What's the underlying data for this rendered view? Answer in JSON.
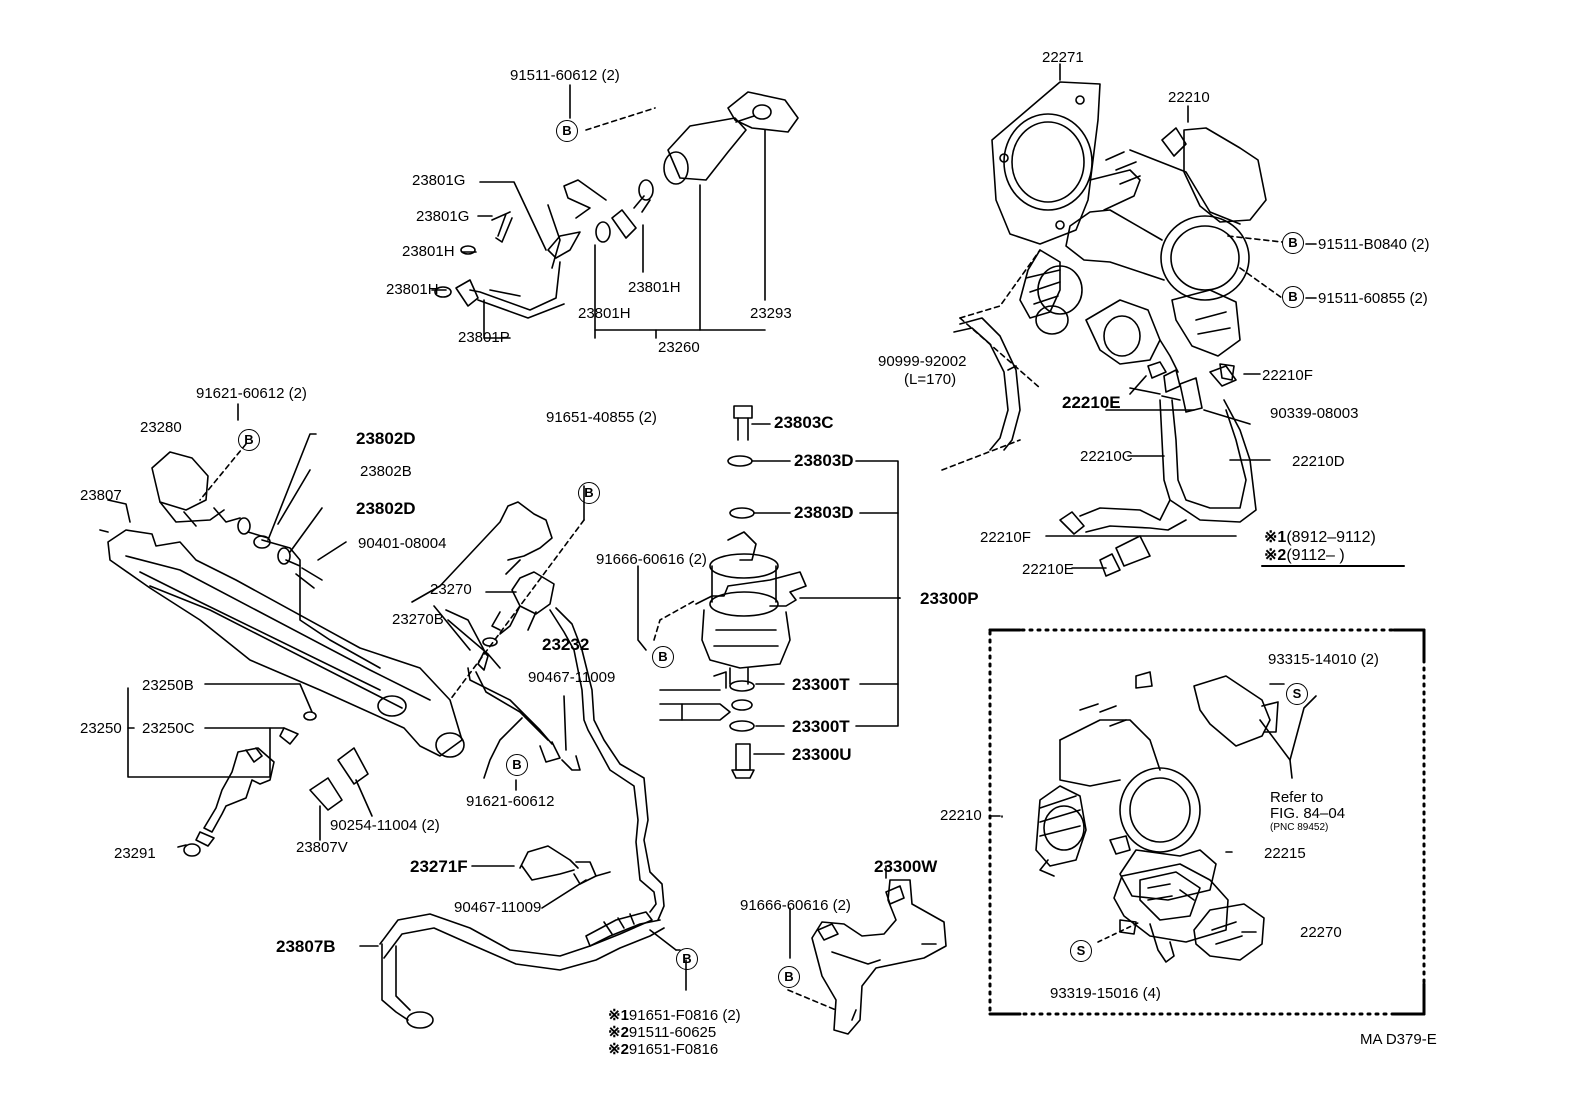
{
  "diagram": {
    "code": "MA D379-E",
    "bolt_marks": {
      "b": "B",
      "s": "S"
    },
    "legend": [
      {
        "mark": "※1",
        "text": "(8912–9112)"
      },
      {
        "mark": "※2",
        "text": "(9112–       )"
      }
    ],
    "refer_note": {
      "line1": "Refer to",
      "line2": "FIG. 84–04",
      "line3": "(PNC 89452)"
    },
    "labels": {
      "p91511_60612_2": "91511-60612 (2)",
      "p23801G_a": "23801G",
      "p23801G_b": "23801G",
      "p23801H_a": "23801H",
      "p23801H_b": "23801H",
      "p23801H_c": "23801H",
      "p23801H_d": "23801H",
      "p23801P": "23801P",
      "p23260": "23260",
      "p23293": "23293",
      "p91621_60612_2": "91621-60612 (2)",
      "p23280": "23280",
      "p23802D_a": "23802D",
      "p23802B": "23802B",
      "p23802D_b": "23802D",
      "p90401_08004": "90401-08004",
      "p91651_40855_2": "91651-40855 (2)",
      "p23807": "23807",
      "p23270": "23270",
      "p23270B": "23270B",
      "p23232": "23232",
      "p90467_11009_a": "90467-11009",
      "p23250B": "23250B",
      "p23250": "23250",
      "p23250C": "23250C",
      "p91621_60612": "91621-60612",
      "p90254_11004": "90254-11004 (2)",
      "p23807V": "23807V",
      "p23291": "23291",
      "p23271F": "23271F",
      "p90467_11009_b": "90467-11009",
      "p23807B": "23807B",
      "p91651_F0816_2": "91651-F0816 (2)",
      "p91511_60625": "91511-60625",
      "p91651_F0816": "91651-F0816",
      "p23803C": "23803C",
      "p23803D_a": "23803D",
      "p23803D_b": "23803D",
      "p91666_60616_2a": "91666-60616 (2)",
      "p23300P": "23300P",
      "p23300T_a": "23300T",
      "p23300T_b": "23300T",
      "p23300U": "23300U",
      "p23300W": "23300W",
      "p91666_60616_2b": "91666-60616 (2)",
      "p22271": "22271",
      "p22210_top": "22210",
      "p91511_B0840_2": "91511-B0840 (2)",
      "p91511_60855_2": "91511-60855 (2)",
      "p90999_92002": "90999-92002",
      "p90999_len": "(L=170)",
      "p22210E_a": "22210E",
      "p22210F_a": "22210F",
      "p90339_08003": "90339-08003",
      "p22210C": "22210C",
      "p22210D": "22210D",
      "p22210F_b": "22210F",
      "p22210E_b": "22210E",
      "p93315_14010_2": "93315-14010 (2)",
      "p22210_bottom": "22210",
      "p22215": "22215",
      "p22270": "22270",
      "p93319_15016_4": "93319-15016 (4)"
    }
  }
}
